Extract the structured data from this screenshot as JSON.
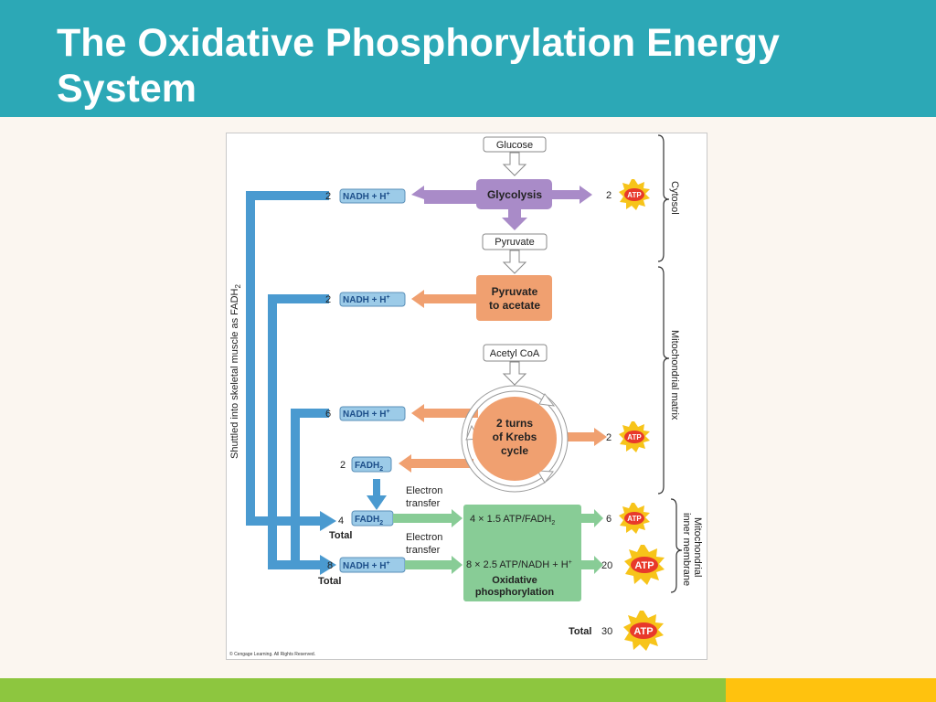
{
  "slide": {
    "title_line1": "The Oxidative Phosphorylation Energy",
    "title_line2": "System"
  },
  "diagram": {
    "glucose": "Glucose",
    "glycolysis": "Glycolysis",
    "pyruvate": "Pyruvate",
    "pyruvate_to_acetate_1": "Pyruvate",
    "pyruvate_to_acetate_2": "to acetate",
    "acetyl_coa": "Acetyl CoA",
    "krebs_1": "2 turns",
    "krebs_2": "of Krebs",
    "krebs_3": "cycle",
    "nadh_label": "NADH + H",
    "plus_sup": "+",
    "fadh_label": "FADH",
    "sub_2": "2",
    "atp": "ATP",
    "count_2": "2",
    "count_6": "6",
    "count_4": "4",
    "count_8": "8",
    "count_20": "20",
    "count_30": "30",
    "total": "Total",
    "electron": "Electron",
    "transfer": "transfer",
    "fadh_yield": "4 × 1.5 ATP/FADH",
    "nadh_yield": "8 × 2.5 ATP/NADH + H",
    "oxphos_1": "Oxidative",
    "oxphos_2": "phosphorylation",
    "shuttled_text": "Shuttled into skeletal muscle as FADH",
    "region_cytosol": "Cytosol",
    "region_matrix": "Mitochondrial matrix",
    "region_membrane_1": "Mitochondrial",
    "region_membrane_2": "inner membrane",
    "copyright": "© Cengage Learning. All Rights Reserved."
  },
  "colors": {
    "header": "#2ca8b6",
    "glycolysis": "#a98bc8",
    "krebs": "#f0a070",
    "nadh": "#9ccbe8",
    "arrow_blue": "#4a9ad0",
    "oxphos": "#88cc96",
    "atp_burst": "#f7c41a",
    "atp_center": "#e8392b"
  }
}
